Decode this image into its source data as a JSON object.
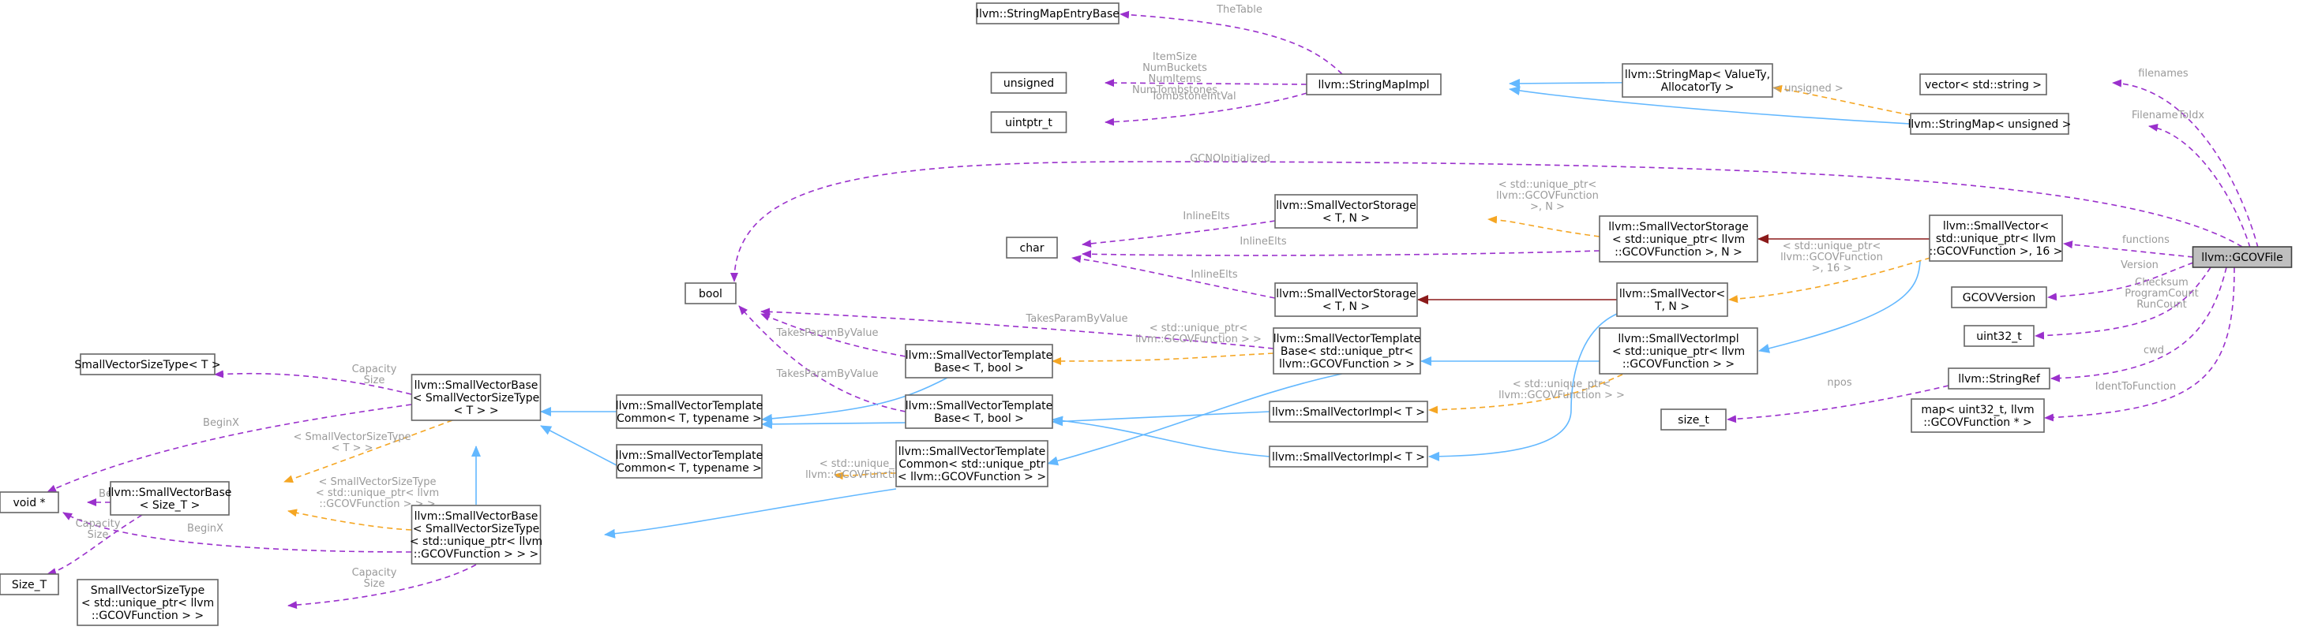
{
  "diagram": {
    "type": "collaboration-graph",
    "colors": {
      "member_edge": "#9a30cc",
      "inherit_edge": "#63b8ff",
      "template_edge": "#f5a623",
      "private_edge": "#8b1a1a",
      "edge_label": "#9a9a9a",
      "main_node_fill": "#bfbfbf"
    },
    "nodes": {
      "gcov_file": "llvm::GCOVFile",
      "vector_string": "vector< std::string >",
      "stringmap_unsigned": "llvm::StringMap< unsigned >",
      "stringmap_valuety": "llvm::StringMap< ValueTy,\nAllocatorTy >",
      "stringmapimpl": "llvm::StringMapImpl",
      "stringmapentrybase": "llvm::StringMapEntryBase",
      "unsigned": "unsigned",
      "uintptr_t": "uintptr_t",
      "bool": "bool",
      "char": "char",
      "smallvector_unique": "llvm::SmallVector<\nstd::unique_ptr< llvm\n::GCOVFunction >, 16 >",
      "gcovversion": "GCOVVersion",
      "uint32_t": "uint32_t",
      "stringref": "llvm::StringRef",
      "size_t": "size_t",
      "map_uint32": "map< uint32_t, llvm\n::GCOVFunction * >",
      "svstorage_unique": "llvm::SmallVectorStorage\n< std::unique_ptr< llvm\n::GCOVFunction >, N >",
      "svstorage_tn_top": "llvm::SmallVectorStorage\n< T, N >",
      "svstorage_tn_mid": "llvm::SmallVectorStorage\n< T, N >",
      "smallvector_tn": "llvm::SmallVector<\nT, N >",
      "svimpl_unique": "llvm::SmallVectorImpl\n< std::unique_ptr< llvm\n::GCOVFunction > >",
      "svtb_unique": "llvm::SmallVectorTemplate\nBase< std::unique_ptr<\nllvm::GCOVFunction > >",
      "svtb_tbool_1": "llvm::SmallVectorTemplate\nBase< T, bool >",
      "svtb_tbool_2": "llvm::SmallVectorTemplate\nBase< T, bool >",
      "svimpl_t_1": "llvm::SmallVectorImpl< T >",
      "svimpl_t_2": "llvm::SmallVectorImpl< T >",
      "svtc_typename_1": "llvm::SmallVectorTemplate\nCommon< T, typename >",
      "svtc_typename_2": "llvm::SmallVectorTemplate\nCommon< T, typename >",
      "svtc_unique": "llvm::SmallVectorTemplate\nCommon< std::unique_ptr\n< llvm::GCOVFunction > >",
      "svbase_sizetype_t": "llvm::SmallVectorBase\n< SmallVectorSizeType\n< T > >",
      "svbase_size_t": "llvm::SmallVectorBase\n< Size_T >",
      "svbase_sizetype_unique": "llvm::SmallVectorBase\n< SmallVectorSizeType\n< std::unique_ptr< llvm\n::GCOVFunction > > >",
      "svsizetype_t": "SmallVectorSizeType< T >",
      "svsizetype_unique": "SmallVectorSizeType\n< std::unique_ptr< llvm\n::GCOVFunction > >",
      "void_ptr": "void *",
      "size_T": "Size_T"
    },
    "edge_labels": {
      "filenames": "filenames",
      "filenametoidx": "FilenameToIdx",
      "unsigned_tpl": "< unsigned >",
      "thetable": "TheTable",
      "sm_unsigned": "ItemSize\nNumBuckets\nNumItems\nNumTombstones",
      "tombstone": "TombstoneIntVal",
      "gcnoinit": "GCNOInitialized",
      "functions": "functions",
      "version": "Version",
      "checksum": "Checksum\nProgramCount\nRunCount",
      "cwd": "cwd",
      "identtofunction": "IdentToFunction",
      "npos": "npos",
      "inlineelts_1": "InlineElts",
      "inlineelts_2": "InlineElts",
      "inlineelts_3": "InlineElts",
      "storage_tpl": "< std::unique_ptr<\nllvm::GCOVFunction\n>, N >",
      "sv_tpl": "< std::unique_ptr<\nllvm::GCOVFunction\n>, 16 >",
      "takesparam_1": "TakesParamByValue",
      "takesparam_2": "TakesParamByValue",
      "takesparam_3": "TakesParamByValue",
      "tb_tpl": "< std::unique_ptr<\nllvm::GCOVFunction > >",
      "impl_tpl": "< std::unique_ptr<\nllvm::GCOVFunction > >",
      "tc_tpl": "< std::unique_ptr<\nllvm::GCOVFunction > >",
      "capacity_1": "Capacity\nSize",
      "capacity_2": "Capacity\nSize",
      "capacity_3": "Capacity\nSize",
      "beginx_1": "BeginX",
      "beginx_2": "BeginX",
      "beginx_3": "BeginX",
      "sizetype_t_tpl": "< SmallVectorSizeType\n< T > >",
      "sizetype_unique_tpl": "< SmallVectorSizeType\n< std::unique_ptr< llvm\n::GCOVFunction > > >"
    }
  }
}
